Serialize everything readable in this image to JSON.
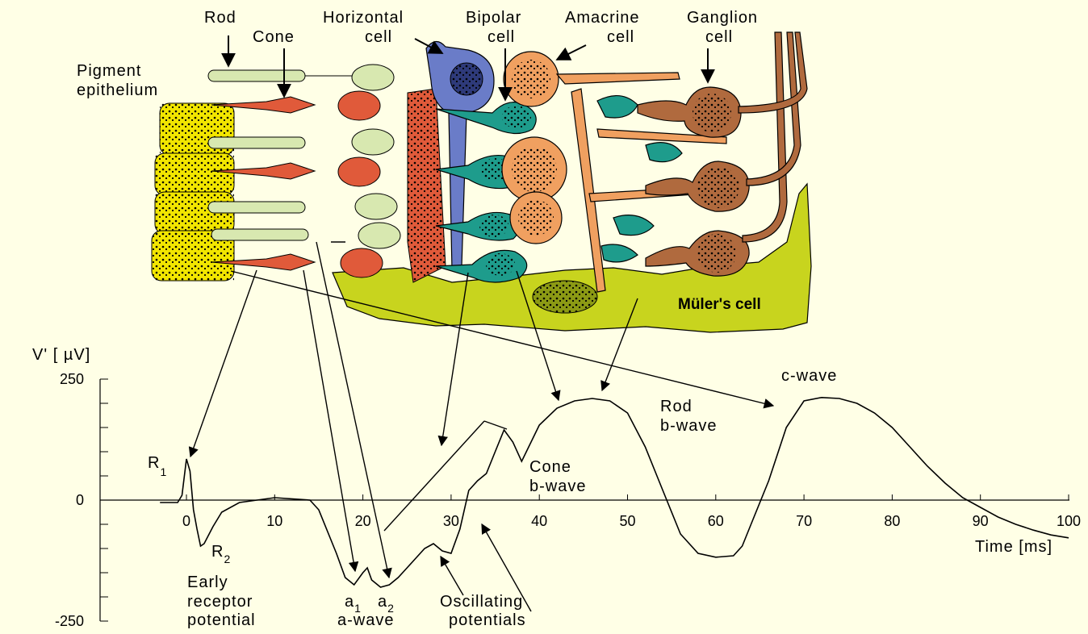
{
  "labels": {
    "rod": "Rod",
    "cone": "Cone",
    "horizontal": [
      "Horizontal",
      "cell"
    ],
    "bipolar": [
      "Bipolar",
      "cell"
    ],
    "amacrine": [
      "Amacrine",
      "cell"
    ],
    "ganglion": [
      "Ganglion",
      "cell"
    ],
    "pigment": [
      "Pigment",
      "epithelium"
    ],
    "muller": "Müler's cell",
    "r1": "R",
    "r1_sub": "1",
    "r2": "R",
    "r2_sub": "2",
    "early": [
      "Early",
      "receptor",
      "potential"
    ],
    "a1": "a",
    "a1_sub": "1",
    "a2": "a",
    "a2_sub": "2",
    "awave": "a-wave",
    "oscillating": [
      "Oscillating",
      "potentials"
    ],
    "cone_b": [
      "Cone",
      "b-wave"
    ],
    "rod_b": [
      "Rod",
      "b-wave"
    ],
    "c_wave": "c-wave"
  },
  "colors": {
    "background": "#FFFFE6",
    "pigment": "#F2E600",
    "rod": "#D8E8B0",
    "cone": "#E05A3A",
    "horizontal": "#6A7CC8",
    "bipolar": "#1E9C8C",
    "amacrine": "#F0A060",
    "ganglion": "#B06A3E",
    "muller": "#C8D41E"
  },
  "chart_data": {
    "type": "line",
    "xlabel": "Time [ms]",
    "ylabel": "V' [ µV]",
    "xlim": [
      -5,
      100
    ],
    "ylim": [
      -250,
      250
    ],
    "x_ticks": [
      0,
      10,
      20,
      30,
      40,
      50,
      60,
      70,
      80,
      90,
      100
    ],
    "y_ticks": [
      250,
      0,
      -250
    ],
    "series": [
      {
        "x": [
          -3,
          -1,
          -0.5,
          0,
          0.4,
          0.8,
          1.2,
          1.6,
          2,
          3,
          4,
          6,
          10,
          14,
          15,
          17,
          18,
          19,
          20,
          20.5,
          21,
          22,
          23,
          24,
          25,
          26,
          27,
          28,
          29,
          30,
          31,
          32,
          33,
          34,
          35,
          36,
          37,
          38,
          40,
          42,
          44,
          46,
          48,
          50,
          52,
          54,
          56,
          58,
          60,
          62,
          63,
          64,
          66,
          68,
          70,
          72,
          74,
          76,
          78,
          80,
          82,
          84,
          86,
          88,
          90,
          92,
          94,
          96,
          98,
          100
        ],
        "y": [
          -5,
          -5,
          10,
          85,
          60,
          -20,
          -60,
          -95,
          -90,
          -55,
          -25,
          -5,
          5,
          0,
          -20,
          -110,
          -160,
          -175,
          -150,
          -140,
          -165,
          -180,
          -175,
          -160,
          -140,
          -120,
          -100,
          -90,
          -105,
          -110,
          -60,
          20,
          40,
          55,
          100,
          145,
          120,
          80,
          155,
          190,
          205,
          210,
          205,
          180,
          110,
          20,
          -70,
          -110,
          -118,
          -115,
          -95,
          -50,
          40,
          150,
          205,
          212,
          210,
          200,
          180,
          150,
          110,
          70,
          35,
          5,
          -15,
          -35,
          -50,
          -62,
          -72,
          -78
        ]
      }
    ]
  }
}
